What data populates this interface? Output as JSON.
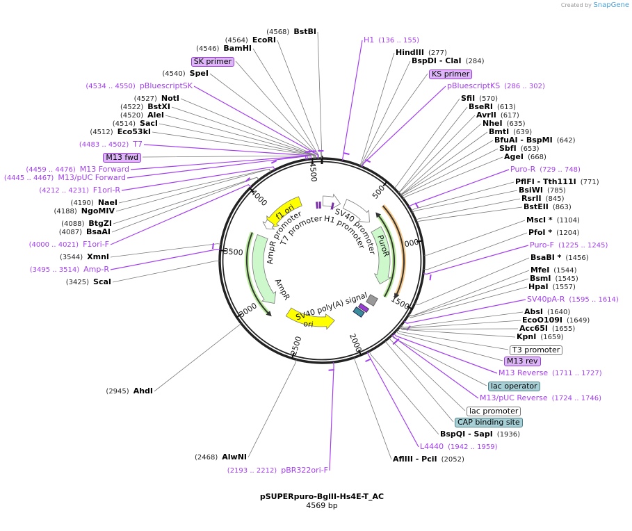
{
  "credit": {
    "prefix": "Created by",
    "brand": "SnapGene"
  },
  "plasmid": {
    "name": "pSUPERpuro-BglII-Hs4E-T_AC",
    "length": "4569 bp",
    "length_bp": 4569
  },
  "ticks": [
    "500",
    "1000",
    "1500",
    "2000",
    "2500",
    "3000",
    "3500",
    "4000",
    "4500"
  ],
  "colors": {
    "primer": "#a33ef0",
    "backbone": "#222222",
    "feature_yellow": "#ffff00",
    "feature_green": "#ccf8cc",
    "orange": "#f0a040"
  },
  "features": [
    {
      "name": "f1 ori",
      "color": "#ffff00"
    },
    {
      "name": "AmpR promoter",
      "color": "#ffffff"
    },
    {
      "name": "T7 promoter",
      "color": "#ffffff"
    },
    {
      "name": "H1 promoter",
      "color": "#ffffff"
    },
    {
      "name": "SV40 promoter",
      "color": "#ffffff"
    },
    {
      "name": "PuroR",
      "color": "#ccf8cc"
    },
    {
      "name": "AmpR",
      "color": "#ccf8cc"
    },
    {
      "name": "ori",
      "color": "#ffff00"
    },
    {
      "name": "SV40 poly(A) signal",
      "color": "#999999"
    }
  ],
  "left_labels": [
    {
      "type": "enzyme",
      "name": "BstBI",
      "pos": "(4568)"
    },
    {
      "type": "enzyme",
      "name": "EcoRI",
      "pos": "(4564)"
    },
    {
      "type": "enzyme",
      "name": "BamHI",
      "pos": "(4546)"
    },
    {
      "type": "box",
      "style": "purple",
      "name": "SK primer"
    },
    {
      "type": "enzyme",
      "name": "SpeI",
      "pos": "(4540)"
    },
    {
      "type": "primer",
      "name": "pBluescriptSK",
      "pos": "(4534 .. 4550)"
    },
    {
      "type": "enzyme",
      "name": "NotI",
      "pos": "(4527)"
    },
    {
      "type": "enzyme",
      "name": "BstXI",
      "pos": "(4522)"
    },
    {
      "type": "enzyme",
      "name": "AleI",
      "pos": "(4520)"
    },
    {
      "type": "enzyme",
      "name": "SacI",
      "pos": "(4514)"
    },
    {
      "type": "enzyme",
      "name": "Eco53kI",
      "pos": "(4512)"
    },
    {
      "type": "primer",
      "name": "T7",
      "pos": "(4483 .. 4502)"
    },
    {
      "type": "box",
      "style": "purple",
      "name": "M13 fwd"
    },
    {
      "type": "primer",
      "name": "M13 Forward",
      "pos": "(4459 .. 4476)"
    },
    {
      "type": "primer",
      "name": "M13/pUC Forward",
      "pos": "(4445 .. 4467)"
    },
    {
      "type": "primer",
      "name": "F1ori-R",
      "pos": "(4212 .. 4231)"
    },
    {
      "type": "enzyme",
      "name": "NaeI",
      "pos": "(4190)"
    },
    {
      "type": "enzyme",
      "name": "NgoMIV",
      "pos": "(4188)"
    },
    {
      "type": "enzyme",
      "name": "BtgZI",
      "pos": "(4088)"
    },
    {
      "type": "enzyme",
      "name": "BsaAI",
      "pos": "(4087)"
    },
    {
      "type": "primer",
      "name": "F1ori-F",
      "pos": "(4000 .. 4021)"
    },
    {
      "type": "enzyme",
      "name": "XmnI",
      "pos": "(3544)"
    },
    {
      "type": "primer",
      "name": "Amp-R",
      "pos": "(3495 .. 3514)"
    },
    {
      "type": "enzyme",
      "name": "ScaI",
      "pos": "(3425)"
    },
    {
      "type": "enzyme",
      "name": "AhdI",
      "pos": "(2945)"
    },
    {
      "type": "enzyme",
      "name": "AlwNI",
      "pos": "(2468)"
    },
    {
      "type": "primer",
      "name": "pBR322ori-F",
      "pos": "(2193 .. 2212)"
    }
  ],
  "right_labels": [
    {
      "type": "primer",
      "name": "H1",
      "pos": "(136 .. 155)"
    },
    {
      "type": "enzyme",
      "name": "HindIII",
      "pos": "(277)"
    },
    {
      "type": "enzyme",
      "name": "BspDI - ClaI",
      "pos": "(284)"
    },
    {
      "type": "box",
      "style": "purple",
      "name": "KS primer"
    },
    {
      "type": "primer",
      "name": "pBluescriptKS",
      "pos": "(286 .. 302)"
    },
    {
      "type": "enzyme",
      "name": "SfiI",
      "pos": "(570)"
    },
    {
      "type": "enzyme",
      "name": "BseRI",
      "pos": "(613)"
    },
    {
      "type": "enzyme",
      "name": "AvrII",
      "pos": "(617)"
    },
    {
      "type": "enzyme",
      "name": "NheI",
      "pos": "(635)"
    },
    {
      "type": "enzyme",
      "name": "BmtI",
      "pos": "(639)"
    },
    {
      "type": "enzyme",
      "name": "BfuAI - BspMI",
      "pos": "(642)"
    },
    {
      "type": "enzyme",
      "name": "SbfI",
      "pos": "(653)"
    },
    {
      "type": "enzyme",
      "name": "AgeI",
      "pos": "(668)"
    },
    {
      "type": "primer",
      "name": "Puro-R",
      "pos": "(729 .. 748)"
    },
    {
      "type": "enzyme",
      "name": "PflFI - Tth111I",
      "pos": "(771)"
    },
    {
      "type": "enzyme",
      "name": "BsiWI",
      "pos": "(785)"
    },
    {
      "type": "enzyme",
      "name": "RsrII",
      "pos": "(845)"
    },
    {
      "type": "enzyme",
      "name": "BstEII",
      "pos": "(863)"
    },
    {
      "type": "enzyme",
      "name": "MscI *",
      "pos": "(1104)"
    },
    {
      "type": "enzyme",
      "name": "PfoI *",
      "pos": "(1204)"
    },
    {
      "type": "primer",
      "name": "Puro-F",
      "pos": "(1225 .. 1245)"
    },
    {
      "type": "enzyme",
      "name": "BsaBI *",
      "pos": "(1456)"
    },
    {
      "type": "enzyme",
      "name": "MfeI",
      "pos": "(1544)"
    },
    {
      "type": "enzyme",
      "name": "BsmI",
      "pos": "(1545)"
    },
    {
      "type": "enzyme",
      "name": "HpaI",
      "pos": "(1557)"
    },
    {
      "type": "primer",
      "name": "SV40pA-R",
      "pos": "(1595 .. 1614)"
    },
    {
      "type": "enzyme",
      "name": "AbsI",
      "pos": "(1640)"
    },
    {
      "type": "enzyme",
      "name": "EcoO109I",
      "pos": "(1649)"
    },
    {
      "type": "enzyme",
      "name": "Acc65I",
      "pos": "(1655)"
    },
    {
      "type": "enzyme",
      "name": "KpnI",
      "pos": "(1659)"
    },
    {
      "type": "box",
      "style": "white",
      "name": "T3 promoter"
    },
    {
      "type": "box",
      "style": "purple",
      "name": "M13 rev"
    },
    {
      "type": "primer",
      "name": "M13 Reverse",
      "pos": "(1711 .. 1727)"
    },
    {
      "type": "box",
      "style": "teal",
      "name": "lac operator"
    },
    {
      "type": "primer",
      "name": "M13/pUC Reverse",
      "pos": "(1724 .. 1746)"
    },
    {
      "type": "box",
      "style": "white",
      "name": "lac promoter"
    },
    {
      "type": "box",
      "style": "teal",
      "name": "CAP binding site"
    },
    {
      "type": "enzyme",
      "name": "BspQI - SapI",
      "pos": "(1936)"
    },
    {
      "type": "primer",
      "name": "L4440",
      "pos": "(1942 .. 1959)"
    },
    {
      "type": "enzyme",
      "name": "AflIII - PciI",
      "pos": "(2052)"
    }
  ]
}
